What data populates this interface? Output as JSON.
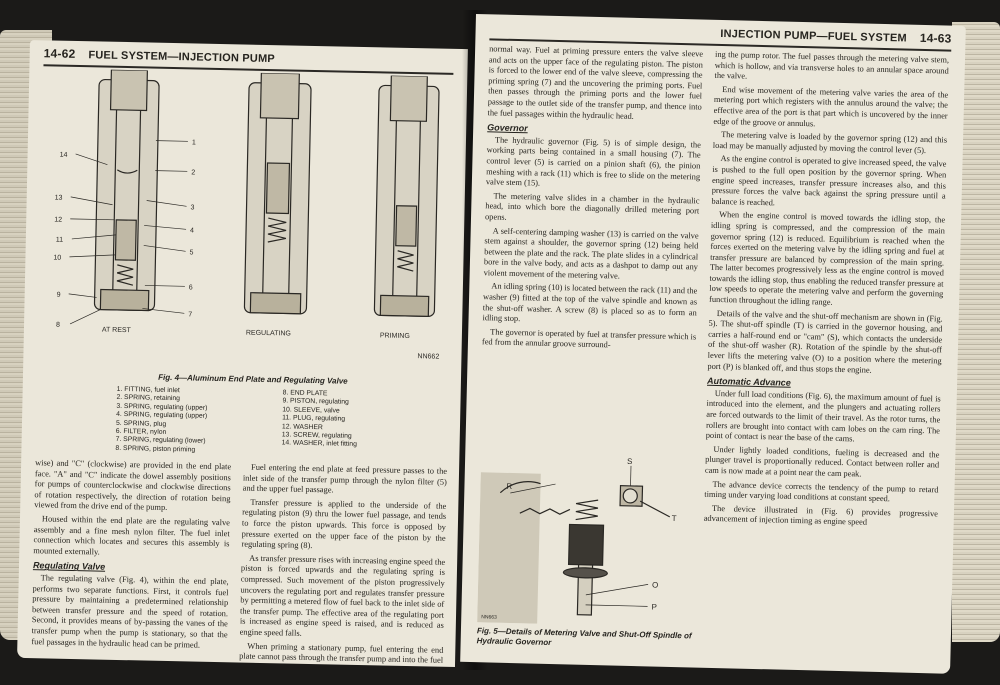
{
  "left_page": {
    "page_number": "14-62",
    "header_title": "FUEL SYSTEM—INJECTION PUMP",
    "figure": {
      "caption": "Fig. 4—Aluminum End Plate and Regulating Valve",
      "view_labels": [
        "AT REST",
        "REGULATING",
        "PRIMING"
      ],
      "ref_code": "NN662",
      "callouts_left": [
        "14",
        "13",
        "12",
        "11",
        "10",
        "9",
        "8"
      ],
      "callouts_right": [
        "1",
        "2",
        "3",
        "4",
        "5",
        "6",
        "7"
      ],
      "legend_col1": [
        "1. FITTING, fuel inlet",
        "2. SPRING, retaining",
        "3. SPRING, regulating (upper)",
        "4. SPRING, regulating (upper)",
        "5. SPRING, plug",
        "6. FILTER, nylon",
        "7. SPRING, regulating (lower)",
        "8. SPRING, piston priming"
      ],
      "legend_col2": [
        "8. END PLATE",
        "9. PISTON, regulating",
        "10. SLEEVE, valve",
        "11. PLUG, regulating",
        "12. WASHER",
        "13. SCREW, regulating",
        "14. WASHER, inlet fitting"
      ]
    },
    "col1": {
      "p1": "wise) and \"C\" (clockwise) are provided in the end plate face. \"A\" and \"C\" indicate the dowel assembly positions for pumps of counterclockwise and clockwise directions of rotation respectively, the direction of rotation being viewed from the drive end of the pump.",
      "p2": "Housed within the end plate are the regulating valve assembly and a fine mesh nylon filter. The fuel inlet connection which locates and secures this assembly is mounted externally.",
      "h1": "Regulating Valve",
      "p3": "The regulating valve (Fig. 4), within the end plate, performs two separate functions. First, it controls fuel pressure by maintaining a predetermined relationship between transfer pressure and the speed of rotation. Second, it provides means of by-passing the vanes of the transfer pump when the pump is stationary, so that the fuel passages in the hydraulic head can be primed."
    },
    "col2": {
      "p1": "Fuel entering the end plate at feed pressure passes to the inlet side of the transfer pump through the nylon filter (5) and the upper fuel passage.",
      "p2": "Transfer pressure is applied to the underside of the regulating piston (9) thru the lower fuel passage, and tends to force the piston upwards. This force is opposed by pressure exerted on the upper face of the piston by the regulating spring (8).",
      "p3": "As transfer pressure rises with increasing engine speed the piston is forced upwards and the regulating spring is compressed. Such movement of the piston progressively uncovers the regulating port and regulates transfer pressure by permitting a metered flow of fuel back to the inlet side of the transfer pump. The effective area of the regulating port is increased as engine speed is raised, and is reduced as engine speed falls.",
      "p4": "When priming a stationary pump, fuel entering the end plate cannot pass through the transfer pump and into the fuel passages in the hydraulic head to the"
    }
  },
  "right_page": {
    "page_number": "14-63",
    "header_title": "INJECTION PUMP—FUEL SYSTEM",
    "col1": {
      "p1": "normal way. Fuel at priming pressure enters the valve sleeve and acts on the upper face of the regulating piston. The piston is forced to the lower end of the valve sleeve, compressing the priming spring (7) and the uncovering the priming ports. Fuel then passes through the priming ports and the lower fuel passage to the outlet side of the transfer pump, and thence into the fuel passages within the hydraulic head.",
      "h1": "Governor",
      "p2": "The hydraulic governor (Fig. 5) is of simple design, the working parts being contained in a small housing (7). The control lever (5) is carried on a pinion shaft (6), the pinion meshing with a rack (11) which is free to slide on the metering valve stem (15).",
      "p3": "The metering valve slides in a chamber in the hydraulic head, into which bore the diagonally drilled metering port opens.",
      "p4": "A self-centering damping washer (13) is carried on the valve stem against a shoulder, the governor spring (12) being held between the plate and the rack. The plate slides in a cylindrical bore in the valve body, and acts as a dashpot to damp out any violent movement of the metering valve.",
      "p5": "An idling spring (10) is located between the rack (11) and the washer (9) fitted at the top of the valve spindle and known as the shut-off washer. A screw (8) is placed so as to form an idling stop.",
      "p6": "The governor is operated by fuel at transfer pressure which is fed from the annular groove surround-",
      "figure": {
        "caption": "Fig. 5—Details of Metering Valve and Shut-Off Spindle of Hydraulic Governor",
        "labels": [
          "R",
          "S",
          "T",
          "O",
          "P"
        ],
        "ref_code": "NN663"
      }
    },
    "col2": {
      "p1": "ing the pump rotor. The fuel passes through the metering valve stem, which is hollow, and via transverse holes to an annular space around the valve.",
      "p2": "End wise movement of the metering valve varies the area of the metering port which registers with the annulus around the valve; the effective area of the port is that part which is uncovered by the inner edge of the groove or annulus.",
      "p3": "The metering valve is loaded by the governor spring (12) and this load may be manually adjusted by moving the control lever (5).",
      "p4": "As the engine control is operated to give increased speed, the valve is pushed to the full open position by the governor spring. When engine speed increases, transfer pressure increases also, and this pressure forces the valve back against the spring pressure until a balance is reached.",
      "p5": "When the engine control is moved towards the idling stop, the idling spring is compressed, and the compression of the main governor spring (12) is reduced. Equilibrium is reached when the forces exerted on the metering valve by the idling spring and fuel at transfer pressure are balanced by compression of the main spring. The latter becomes progressively less as the engine control is moved towards the idling stop, thus enabling the reduced transfer pressure at low speeds to operate the metering valve and perform the governing function throughout the idling range.",
      "p6": "Details of the valve and the shut-off mechanism are shown in (Fig. 5). The shut-off spindle (T) is carried in the governor housing, and carries a half-round end or \"cam\" (S), which contacts the underside of the shut-off washer (R). Rotation of the spindle by the shut-off lever lifts the metering valve (O) to a position where the metering port (P) is blanked off, and thus stops the engine.",
      "h1": "Automatic Advance",
      "p7": "Under full load conditions (Fig. 6), the maximum amount of fuel is introduced into the element, and the plungers and actuating rollers are forced outwards to the limit of their travel. As the rotor turns, the rollers are brought into contact with cam lobes on the cam ring. The point of contact is near the base of the cams.",
      "p8": "Under lightly loaded conditions, fueling is decreased and the plunger travel is proportionally reduced. Contact between roller and cam is now made at a point near the cam peak.",
      "p9": "The advance device corrects the tendency of the pump to retard timing under varying load conditions at constant speed.",
      "p10": "The device illustrated in (Fig. 6) provides progressive advancement of injection timing as engine speed"
    }
  }
}
